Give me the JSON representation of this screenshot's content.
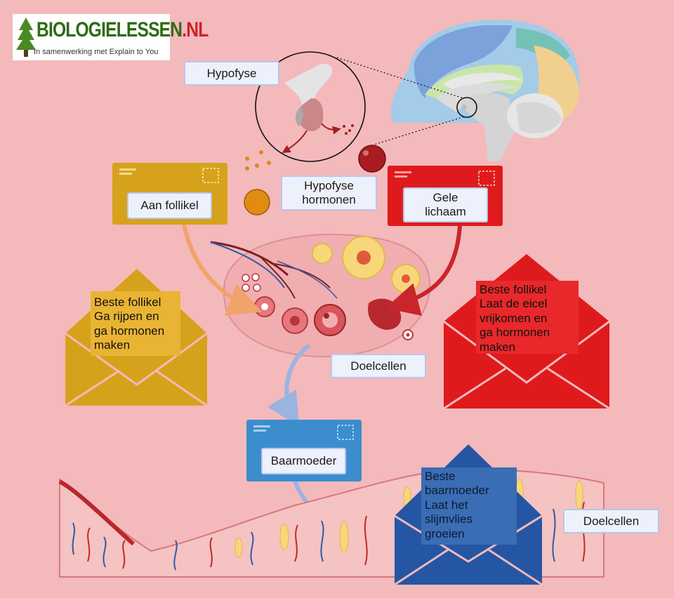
{
  "logo": {
    "title_main": "BIOLOGIELESSEN",
    "title_suffix": ".NL",
    "subtitle": "In samenwerking met Explain to You"
  },
  "labels": {
    "hypofyse": "Hypofyse",
    "hypofyse_hormonen": "Hypofyse\nhormonen",
    "aan_follikel": "Aan follikel",
    "gele_lichaam": "Gele\nlichaam",
    "doelcellen_ovary": "Doelcellen",
    "baarmoeder": "Baarmoeder",
    "doelcellen_uterus": "Doelcellen"
  },
  "letters": {
    "yellow": "Beste follikel\nGa rijpen en\nga hormonen\nmaken",
    "red": "Beste follikel\nLaat de eicel\nvrijkomen en\nga hormonen\nmaken",
    "blue": "Beste\nbaarmoeder\nLaat het\nslijmvlies\ngroeien"
  },
  "colors": {
    "background": "#f4b9bb",
    "yellow_envelope": "#d7a21b",
    "red_envelope": "#df1a1c",
    "blue_envelope": "#2456a4",
    "light_blue_card": "#3c8dce",
    "label_fill": "#edf1fb",
    "label_border": "#b7c6ea"
  }
}
